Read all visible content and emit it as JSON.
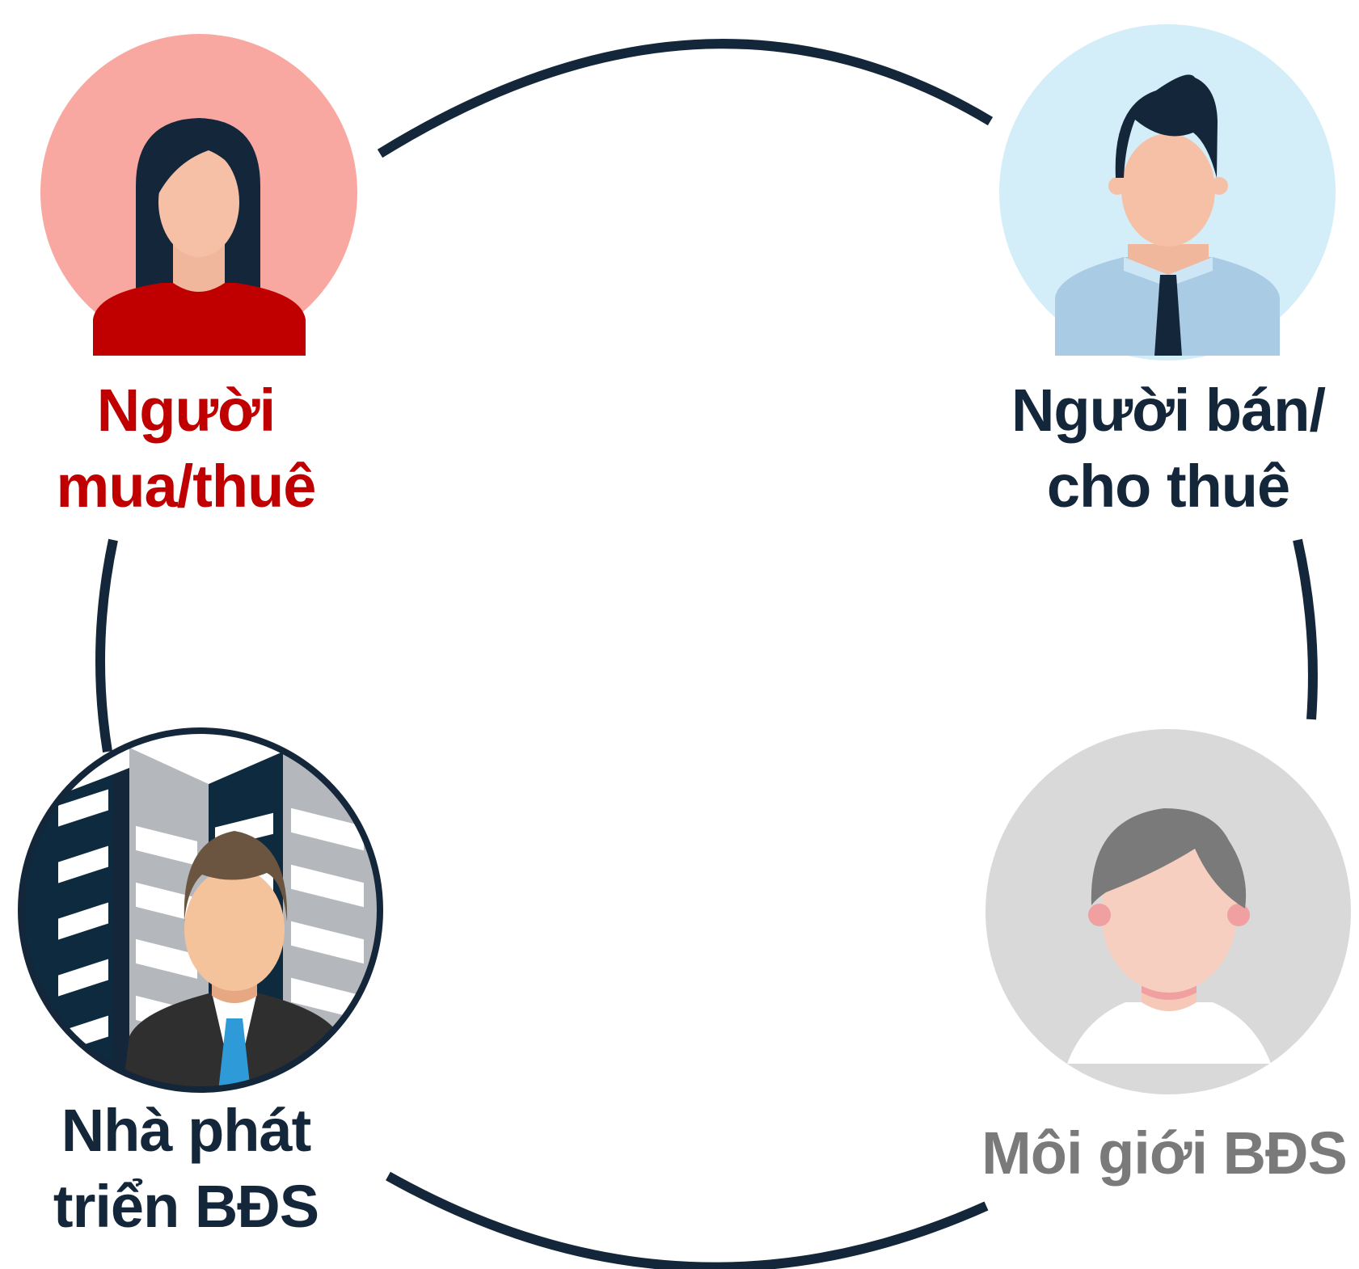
{
  "colors": {
    "ring": "#13263a",
    "buyer_accent": "#c00000",
    "buyer_circle": "#f8a8a0",
    "seller_circle": "#d3eef8",
    "seller_text": "#14263a",
    "developer_text": "#14263a",
    "broker_circle": "#d9d9d9",
    "broker_text": "#7a7a7a"
  },
  "nodes": {
    "buyer": {
      "line1": "Người",
      "line2": "mua/thuê",
      "icon": "woman-avatar-icon"
    },
    "seller": {
      "line1": "Người bán/",
      "line2": "cho thuê",
      "icon": "businessman-avatar-icon"
    },
    "developer": {
      "line1": "Nhà phát",
      "line2": "triển BĐS",
      "icon": "developer-with-buildings-icon"
    },
    "broker": {
      "line1": "Môi giới BĐS",
      "icon": "broker-avatar-icon"
    }
  }
}
